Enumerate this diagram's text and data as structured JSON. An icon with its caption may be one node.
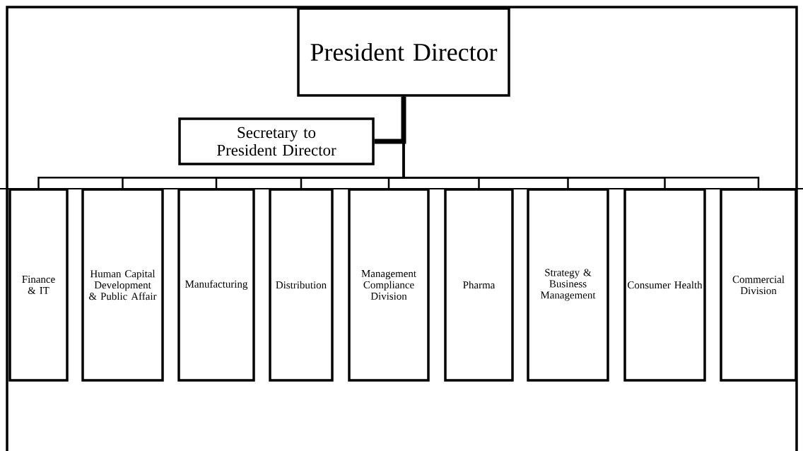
{
  "diagram": {
    "nodes": [
      {
        "text": [
          "President Director"
        ]
      },
      {
        "text": [
          "Secretary to President Director"
        ]
      },
      {
        "text": [
          "Finance & IT"
        ]
      },
      {
        "text": [
          "Human Capital Development & Public Affair"
        ]
      },
      {
        "text": [
          "Manufacturing"
        ]
      },
      {
        "text": [
          "Distribution"
        ]
      },
      {
        "text": [
          "Management Compliance Division"
        ]
      },
      {
        "text": [
          "Pharma"
        ]
      },
      {
        "text": [
          "Strategy & Business Management"
        ]
      },
      {
        "text": [
          "Consumer Health"
        ]
      },
      {
        "text": [
          "Commercial Division"
        ]
      }
    ],
    "edges": [
      {
        "from": 0,
        "to": 1,
        "arrow": "none",
        "style": "thick"
      },
      {
        "from": 0,
        "to": 2,
        "arrow": "none"
      },
      {
        "from": 0,
        "to": 3,
        "arrow": "none"
      },
      {
        "from": 0,
        "to": 4,
        "arrow": "none"
      },
      {
        "from": 0,
        "to": 5,
        "arrow": "none"
      },
      {
        "from": 0,
        "to": 6,
        "arrow": "none"
      },
      {
        "from": 0,
        "to": 7,
        "arrow": "none"
      },
      {
        "from": 0,
        "to": 8,
        "arrow": "none"
      },
      {
        "from": 0,
        "to": 9,
        "arrow": "none"
      },
      {
        "from": 0,
        "to": 10,
        "arrow": "none"
      }
    ]
  }
}
